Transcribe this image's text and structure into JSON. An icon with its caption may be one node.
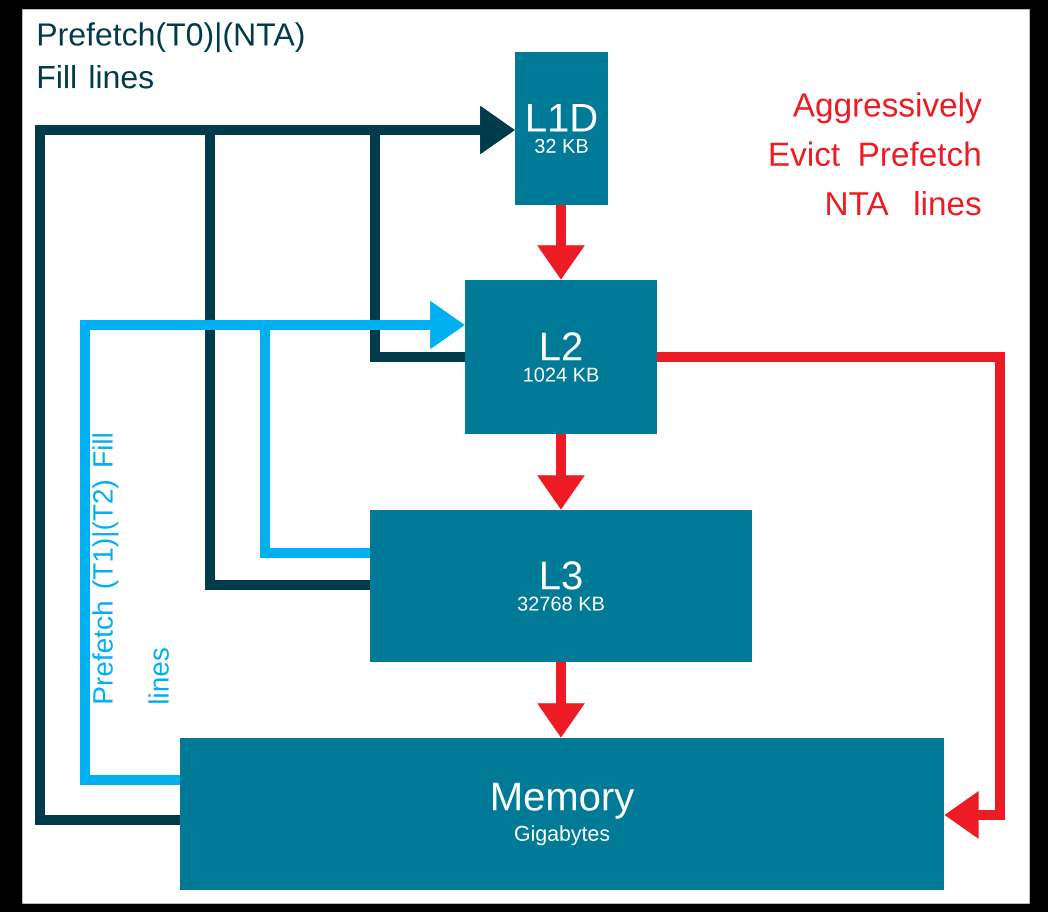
{
  "diagram": {
    "nodes": [
      {
        "text": [
          "L1D",
          "32 KB"
        ]
      },
      {
        "text": [
          "L2",
          "1024 KB"
        ]
      },
      {
        "text": [
          "L3",
          "32768 KB"
        ]
      },
      {
        "text": [
          "Memory",
          "Gigabytes"
        ]
      }
    ],
    "edges": [
      {
        "from": 3,
        "to": 0,
        "arrow": "to",
        "color": "#003b4c"
      },
      {
        "from": 2,
        "to": 0,
        "arrow": "to",
        "color": "#003b4c"
      },
      {
        "from": 1,
        "to": 0,
        "arrow": "to",
        "color": "#003b4c"
      },
      {
        "from": 3,
        "to": 1,
        "arrow": "to",
        "color": "#00b0f0"
      },
      {
        "from": 2,
        "to": 1,
        "arrow": "to",
        "color": "#00b0f0"
      },
      {
        "from": 0,
        "to": 1,
        "arrow": "to",
        "color": "#ed1c24"
      },
      {
        "from": 1,
        "to": 2,
        "arrow": "to",
        "color": "#ed1c24"
      },
      {
        "from": 2,
        "to": 3,
        "arrow": "to",
        "color": "#ed1c24"
      },
      {
        "from": 1,
        "to": 3,
        "arrow": "to",
        "color": "#ed1c24"
      }
    ],
    "labels": [
      "Prefetch(T0)|(NTA) Fill lines",
      "Aggressively Evict Prefetch NTA lines",
      "Prefetch (T1)|(T2) Fill lines"
    ]
  }
}
